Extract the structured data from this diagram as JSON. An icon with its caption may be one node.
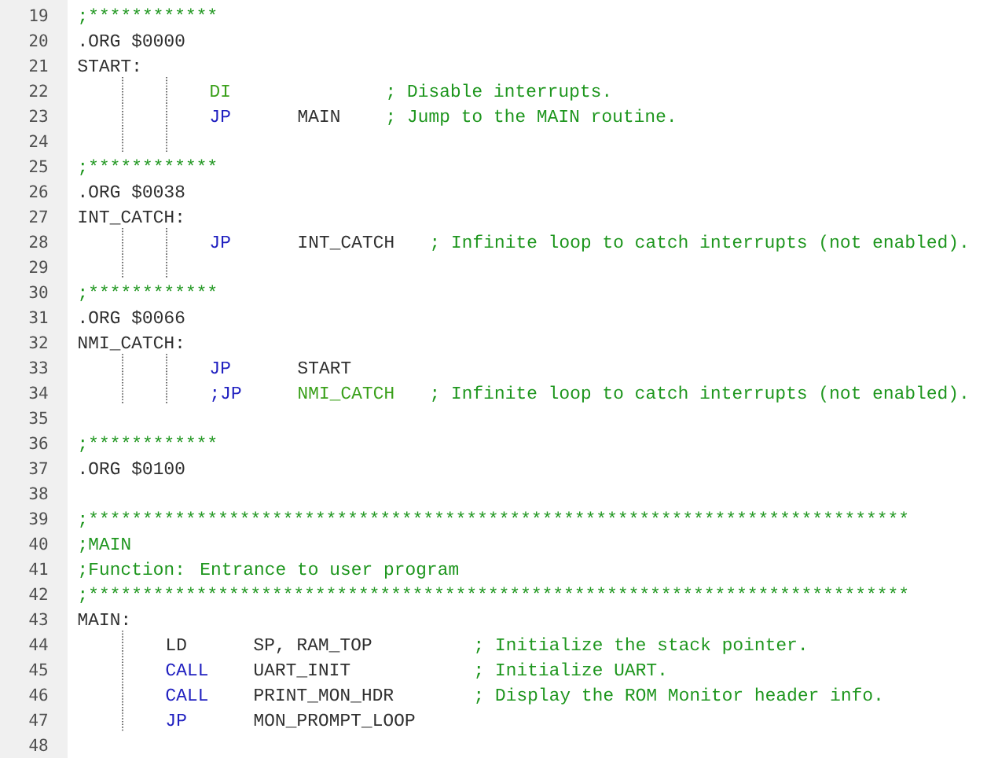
{
  "diagram": {
    "labels": [
      "19",
      ";************",
      "20",
      ".ORG $0000",
      "21",
      "START:",
      "22",
      "DI",
      "; Disable interrupts.",
      "23",
      "JP",
      "MAIN",
      "; Jump to the MAIN routine.",
      "24",
      "25",
      ";************",
      "26",
      ".ORG $0038",
      "27",
      "INT_CATCH:",
      "28",
      "JP",
      "INT_CATCH",
      "; Infinite loop to catch interrupts (not enabled).",
      "29",
      "30",
      ";************",
      "31",
      ".ORG $0066",
      "32",
      "NMI_CATCH:",
      "33",
      "JP",
      "START",
      "34",
      ";JP",
      "NMI_CATCH",
      "; Infinite loop to catch interrupts (not enabled).",
      "35",
      "36",
      ";************",
      "37",
      ".ORG $0100",
      "38",
      "39",
      ";****************************************************************************",
      "40",
      ";MAIN",
      "41",
      ";Function: Entrance to user program",
      "42",
      ";****************************************************************************",
      "43",
      "MAIN:",
      "44",
      "LD",
      "SP, RAM_TOP",
      "; Initialize the stack pointer.",
      "45",
      "CALL",
      "UART_INIT",
      "; Initialize UART.",
      "46",
      "CALL",
      "PRINT_MON_HDR",
      "; Display the ROM Monitor header info.",
      "47",
      "JP",
      "MON_PROMPT_LOOP",
      "48"
    ]
  }
}
